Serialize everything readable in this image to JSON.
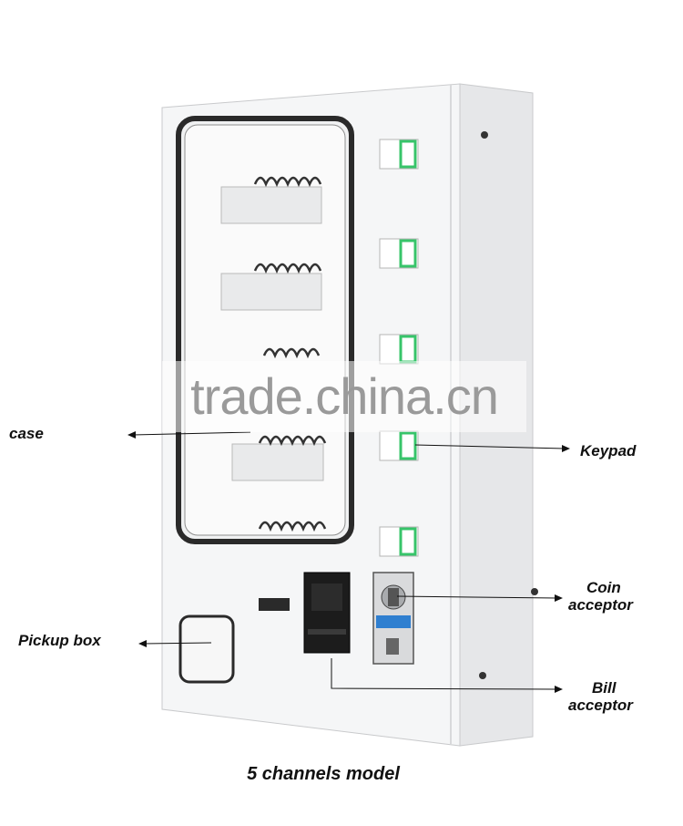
{
  "labels": {
    "case": "case",
    "pickup_box": "Pickup box",
    "keypad": "Keypad",
    "coin_line1": "Coin",
    "coin_line2": "acceptor",
    "bill_line1": "Bill",
    "bill_line2": "acceptor"
  },
  "watermark": "trade.china.cn",
  "caption": "5 channels model",
  "colors": {
    "cabinet": "#f4f5f6",
    "cabinet_side": "#e9eaec",
    "window_gasket": "#2a2a2a",
    "keypad_accent": "#37c46a",
    "coin_sticker": "#2f7fd0",
    "bill_slot": "#1c1c1c"
  },
  "channels": 5
}
